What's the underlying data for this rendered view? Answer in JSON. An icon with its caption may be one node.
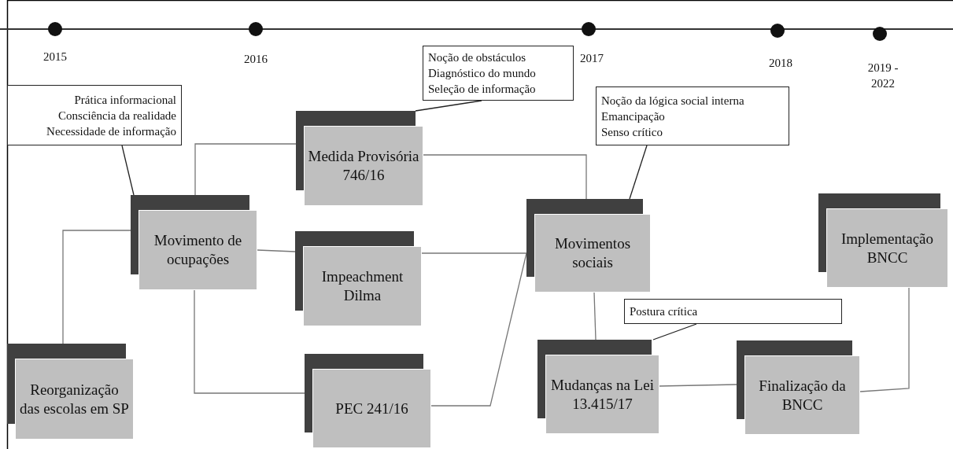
{
  "diagram": {
    "nodes": [
      {
        "text": [
          "Prática informacional",
          "Consciência da realidade",
          "Necessidade de informação"
        ]
      },
      {
        "text": [
          "Noção de obstáculos",
          "Diagnóstico do mundo",
          "Seleção de informação"
        ]
      },
      {
        "text": [
          "Noção da lógica social interna",
          "Emancipação",
          "Senso crítico"
        ]
      },
      {
        "text": [
          "Movimento de ocupações"
        ]
      },
      {
        "text": [
          "Medida Provisória 746/16"
        ]
      },
      {
        "text": [
          "Impeachment Dilma"
        ]
      },
      {
        "text": [
          "Movimentos sociais"
        ]
      },
      {
        "text": [
          "Implementação BNCC"
        ]
      },
      {
        "text": [
          "Postura crítica"
        ]
      },
      {
        "text": [
          "Reorganização das escolas em SP"
        ]
      },
      {
        "text": [
          "PEC 241/16"
        ]
      },
      {
        "text": [
          "Mudanças na Lei 13.415/17"
        ]
      },
      {
        "text": [
          "Finalização da BNCC"
        ]
      }
    ],
    "edges": [
      {
        "from": 9,
        "to": 3,
        "arrow": "none"
      },
      {
        "from": 3,
        "to": 4,
        "arrow": "none"
      },
      {
        "from": 3,
        "to": 5,
        "arrow": "none"
      },
      {
        "from": 3,
        "to": 10,
        "arrow": "none"
      },
      {
        "from": 4,
        "to": 6,
        "arrow": "none"
      },
      {
        "from": 5,
        "to": 6,
        "arrow": "none"
      },
      {
        "from": 10,
        "to": 6,
        "arrow": "none"
      },
      {
        "from": 6,
        "to": 11,
        "arrow": "none"
      },
      {
        "from": 11,
        "to": 12,
        "arrow": "none"
      },
      {
        "from": 12,
        "to": 7,
        "arrow": "none"
      },
      {
        "from": 0,
        "to": 3,
        "arrow": "none"
      },
      {
        "from": 1,
        "to": 4,
        "arrow": "none"
      },
      {
        "from": 2,
        "to": 6,
        "arrow": "none"
      },
      {
        "from": 8,
        "to": 11,
        "arrow": "none"
      }
    ],
    "labels": [
      "2015",
      "2016",
      "2017",
      "2018",
      "2019 - 2022"
    ]
  }
}
